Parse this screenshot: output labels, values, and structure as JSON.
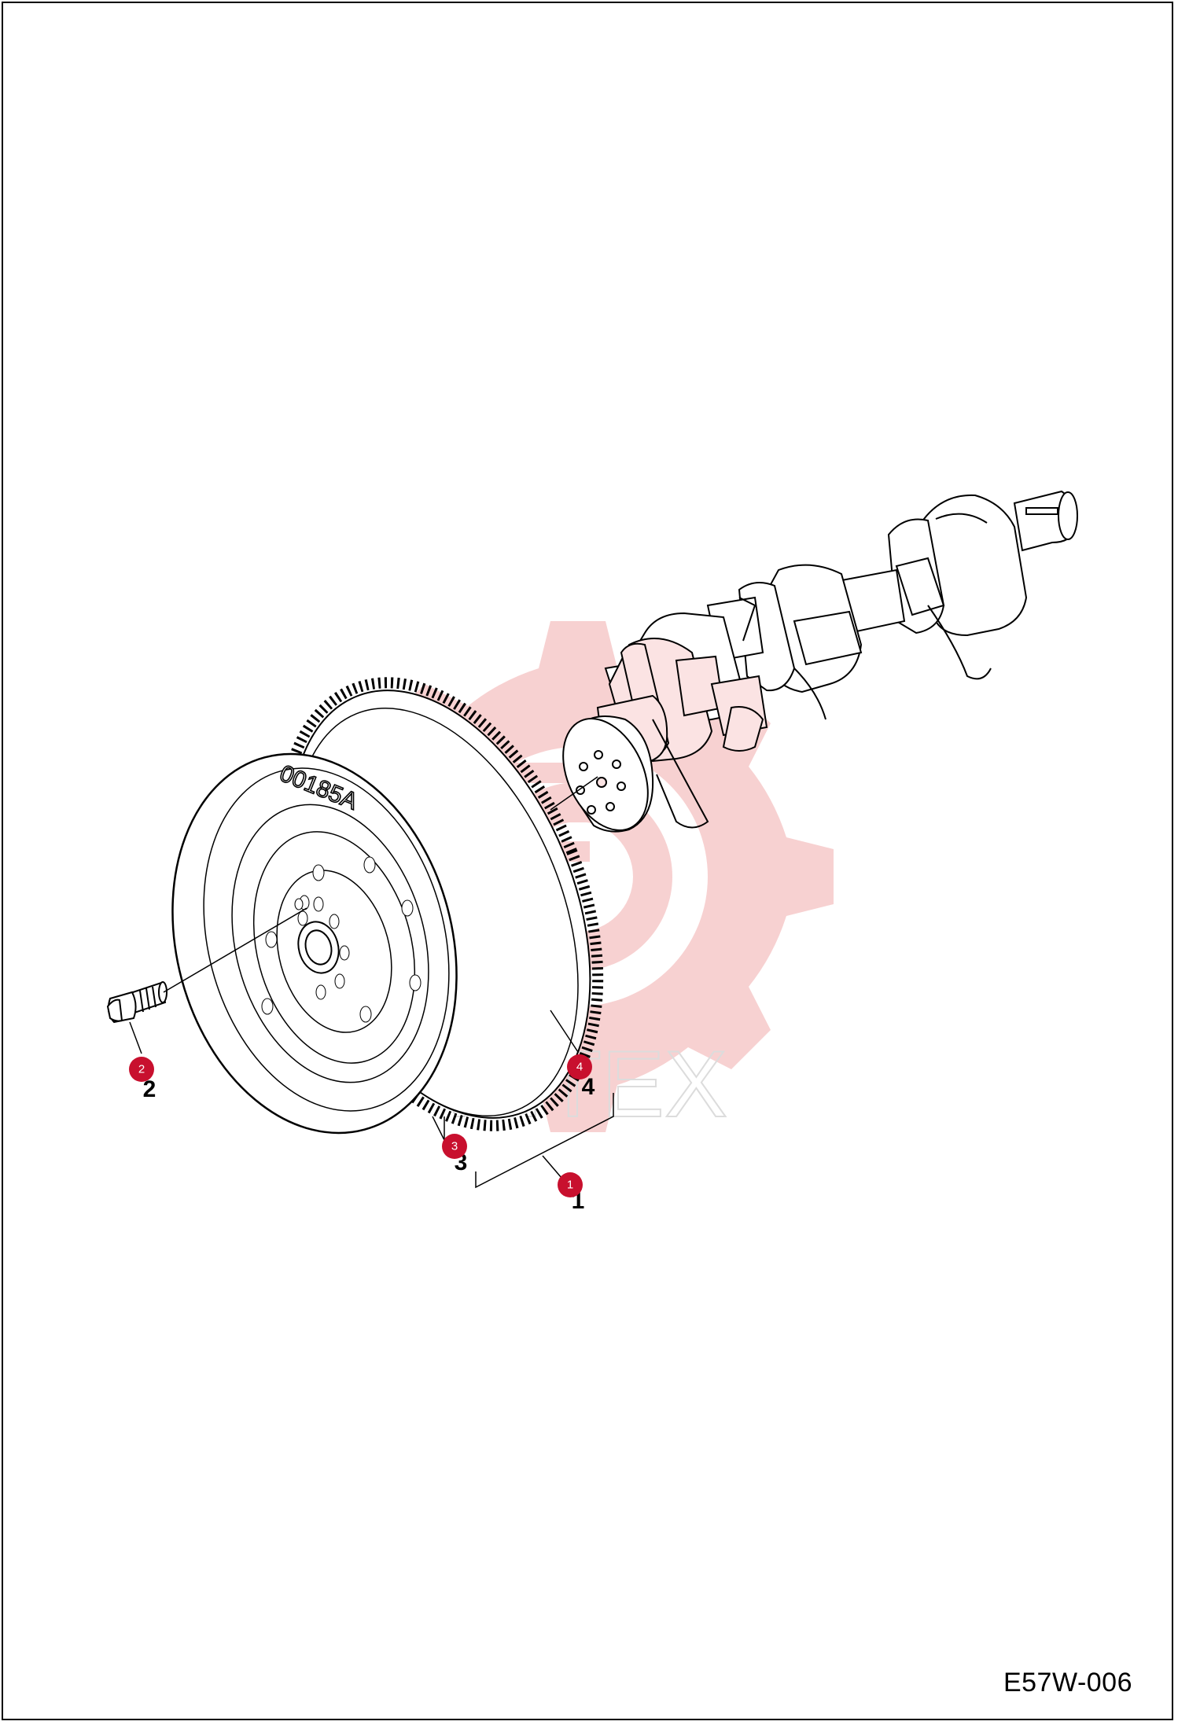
{
  "diagram": {
    "drawing_code": "E57W-006",
    "stamp_text": "00185A",
    "watermark_text": "VIITEX",
    "callouts": [
      {
        "id": "callout-1",
        "label": "1"
      },
      {
        "id": "callout-2",
        "label": "2"
      },
      {
        "id": "callout-3",
        "label": "3"
      },
      {
        "id": "callout-4",
        "label": "4"
      }
    ],
    "colors": {
      "callout": "#c8102e",
      "line": "#000000",
      "watermark": "#f6c9c9"
    }
  }
}
